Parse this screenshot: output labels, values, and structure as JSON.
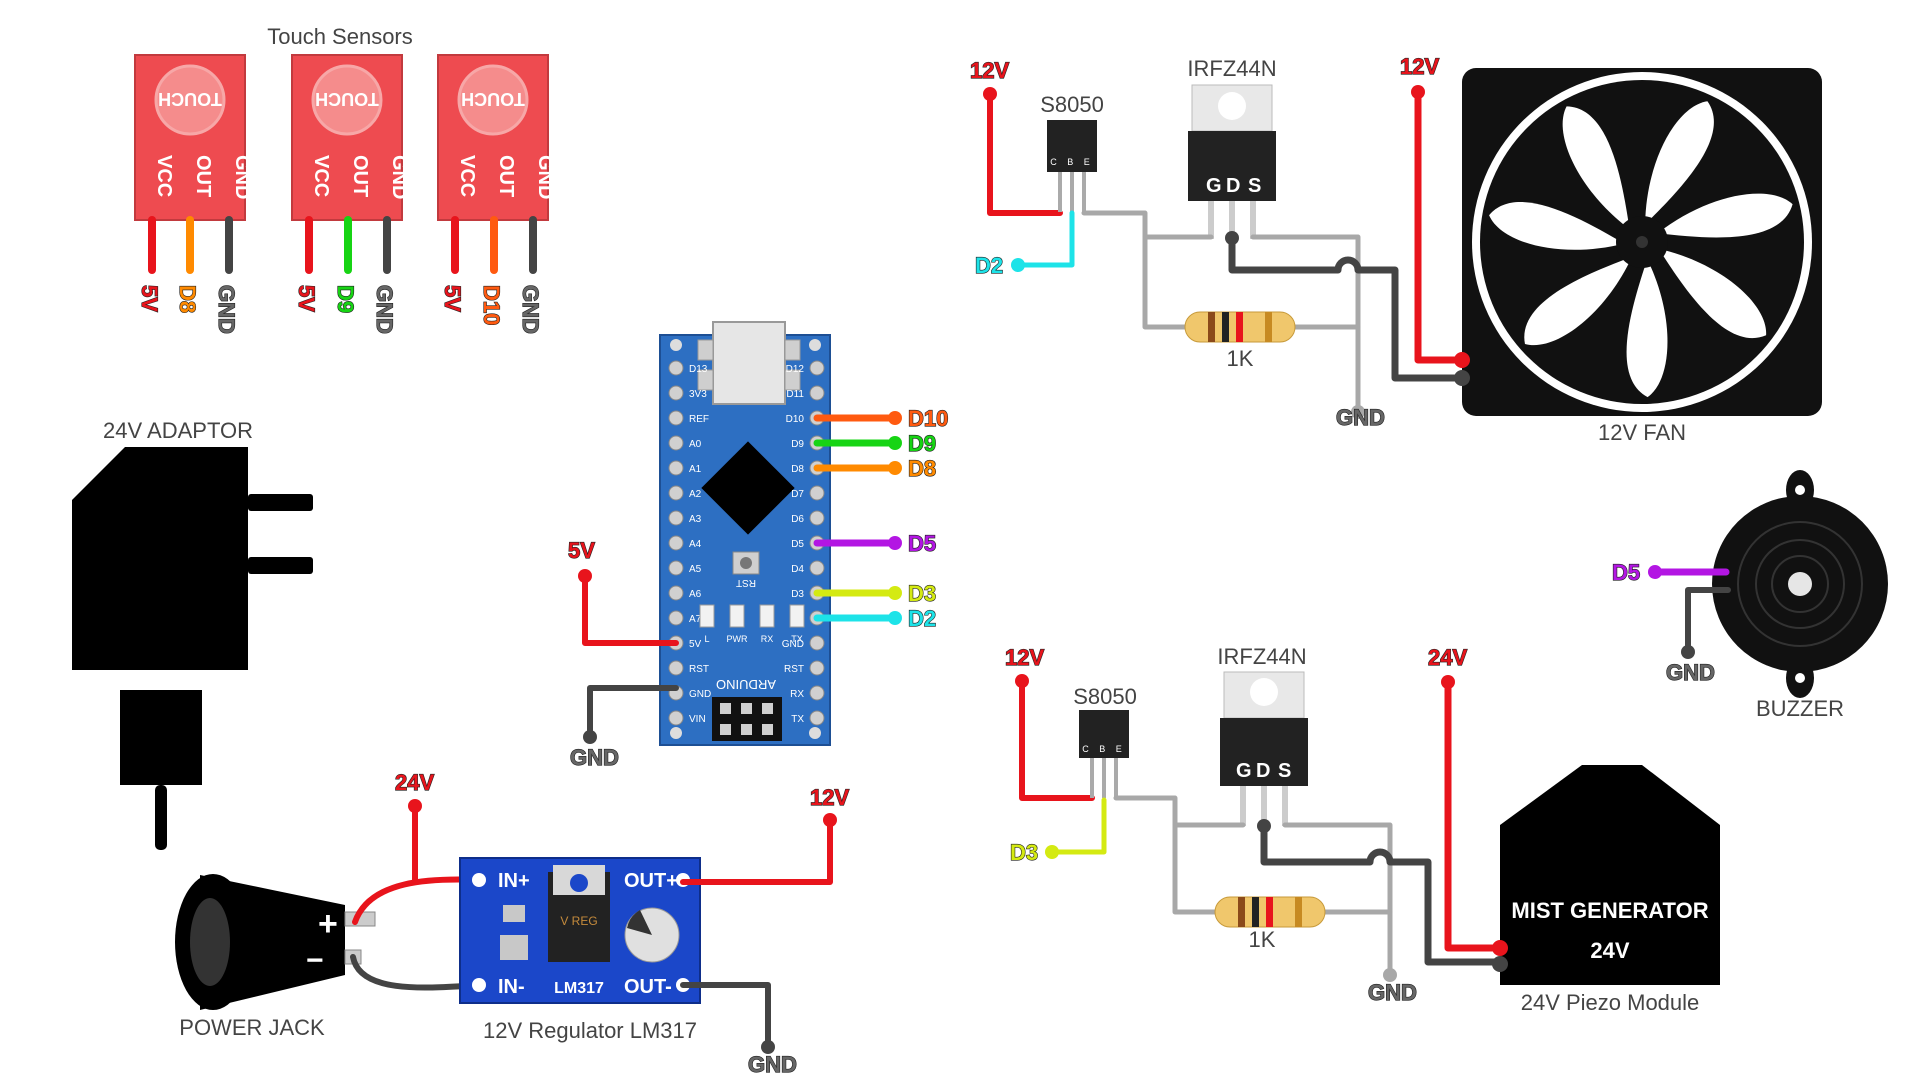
{
  "labels": {
    "touch_sensors": "Touch Sensors",
    "adaptor": "24V ADAPTOR",
    "power_jack": "POWER JACK",
    "regulator": "12V Regulator LM317",
    "fan": "12V FAN",
    "buzzer": "BUZZER",
    "piezo": "24V Piezo Module",
    "transistor_top": "S8050",
    "mosfet_top": "IRFZ44N",
    "transistor_bottom": "S8050",
    "mosfet_bottom": "IRFZ44N",
    "resistor_top": "1K",
    "resistor_bottom": "1K",
    "mist_line1": "MIST GENERATOR",
    "mist_line2": "24V",
    "arduino_name": "ARDUINO",
    "rst": "RST"
  },
  "touch": {
    "title": "TOUCH",
    "pins": [
      "VCC",
      "OUT",
      "GND"
    ],
    "sensors": [
      {
        "vcc": "5V",
        "out": "D8",
        "gnd": "GND"
      },
      {
        "vcc": "5V",
        "out": "D9",
        "gnd": "GND"
      },
      {
        "vcc": "5V",
        "out": "D10",
        "gnd": "GND"
      }
    ]
  },
  "regulator_pins": {
    "in_plus": "IN+",
    "in_minus": "IN-",
    "out_plus": "OUT+",
    "out_minus": "OUT-",
    "chip": "LM317",
    "vreg": "V REG"
  },
  "jack_signs": {
    "plus": "+",
    "minus": "−"
  },
  "mosfet_pins": [
    "G",
    "D",
    "S"
  ],
  "bjt_pins": [
    "C",
    "B",
    "E"
  ],
  "arduino_left_pins": [
    "D13",
    "3V3",
    "REF",
    "A0",
    "A1",
    "A2",
    "A3",
    "A4",
    "A5",
    "A6",
    "A7",
    "5V",
    "RST",
    "GND",
    "VIN"
  ],
  "arduino_right_pins": [
    "D12",
    "D11",
    "D10",
    "D9",
    "D8",
    "D7",
    "D6",
    "D5",
    "D4",
    "D3",
    "D2",
    "GND",
    "RST",
    "RX",
    "TX"
  ],
  "arduino_leds": [
    "L",
    "PWR",
    "RX",
    "TX"
  ],
  "arduino_tags": {
    "d10": "D10",
    "d9": "D9",
    "d8": "D8",
    "d5": "D5",
    "d3": "D3",
    "d2": "D2",
    "v5": "5V",
    "gnd": "GND"
  },
  "power_tags": {
    "v24": "24V",
    "v12": "12V",
    "gnd": "GND"
  },
  "fan_tags": {
    "v12a": "12V",
    "v12b": "12V",
    "d2": "D2",
    "gnd": "GND"
  },
  "mist_tags": {
    "v12": "12V",
    "v24": "24V",
    "d3": "D3",
    "gnd": "GND"
  },
  "buzzer_tags": {
    "d5": "D5",
    "gnd": "GND"
  },
  "colors": {
    "red": "#e8141c",
    "orange": "#ff8a00",
    "green": "#17d414",
    "cyan": "#1de3e8",
    "purple": "#b316e3",
    "yellow": "#d4ea12",
    "gray": "#a8a8a8",
    "dark": "#444444",
    "sensor": "#ee4b50",
    "arduino": "#2d6fc2",
    "regulator": "#1b47c9"
  }
}
